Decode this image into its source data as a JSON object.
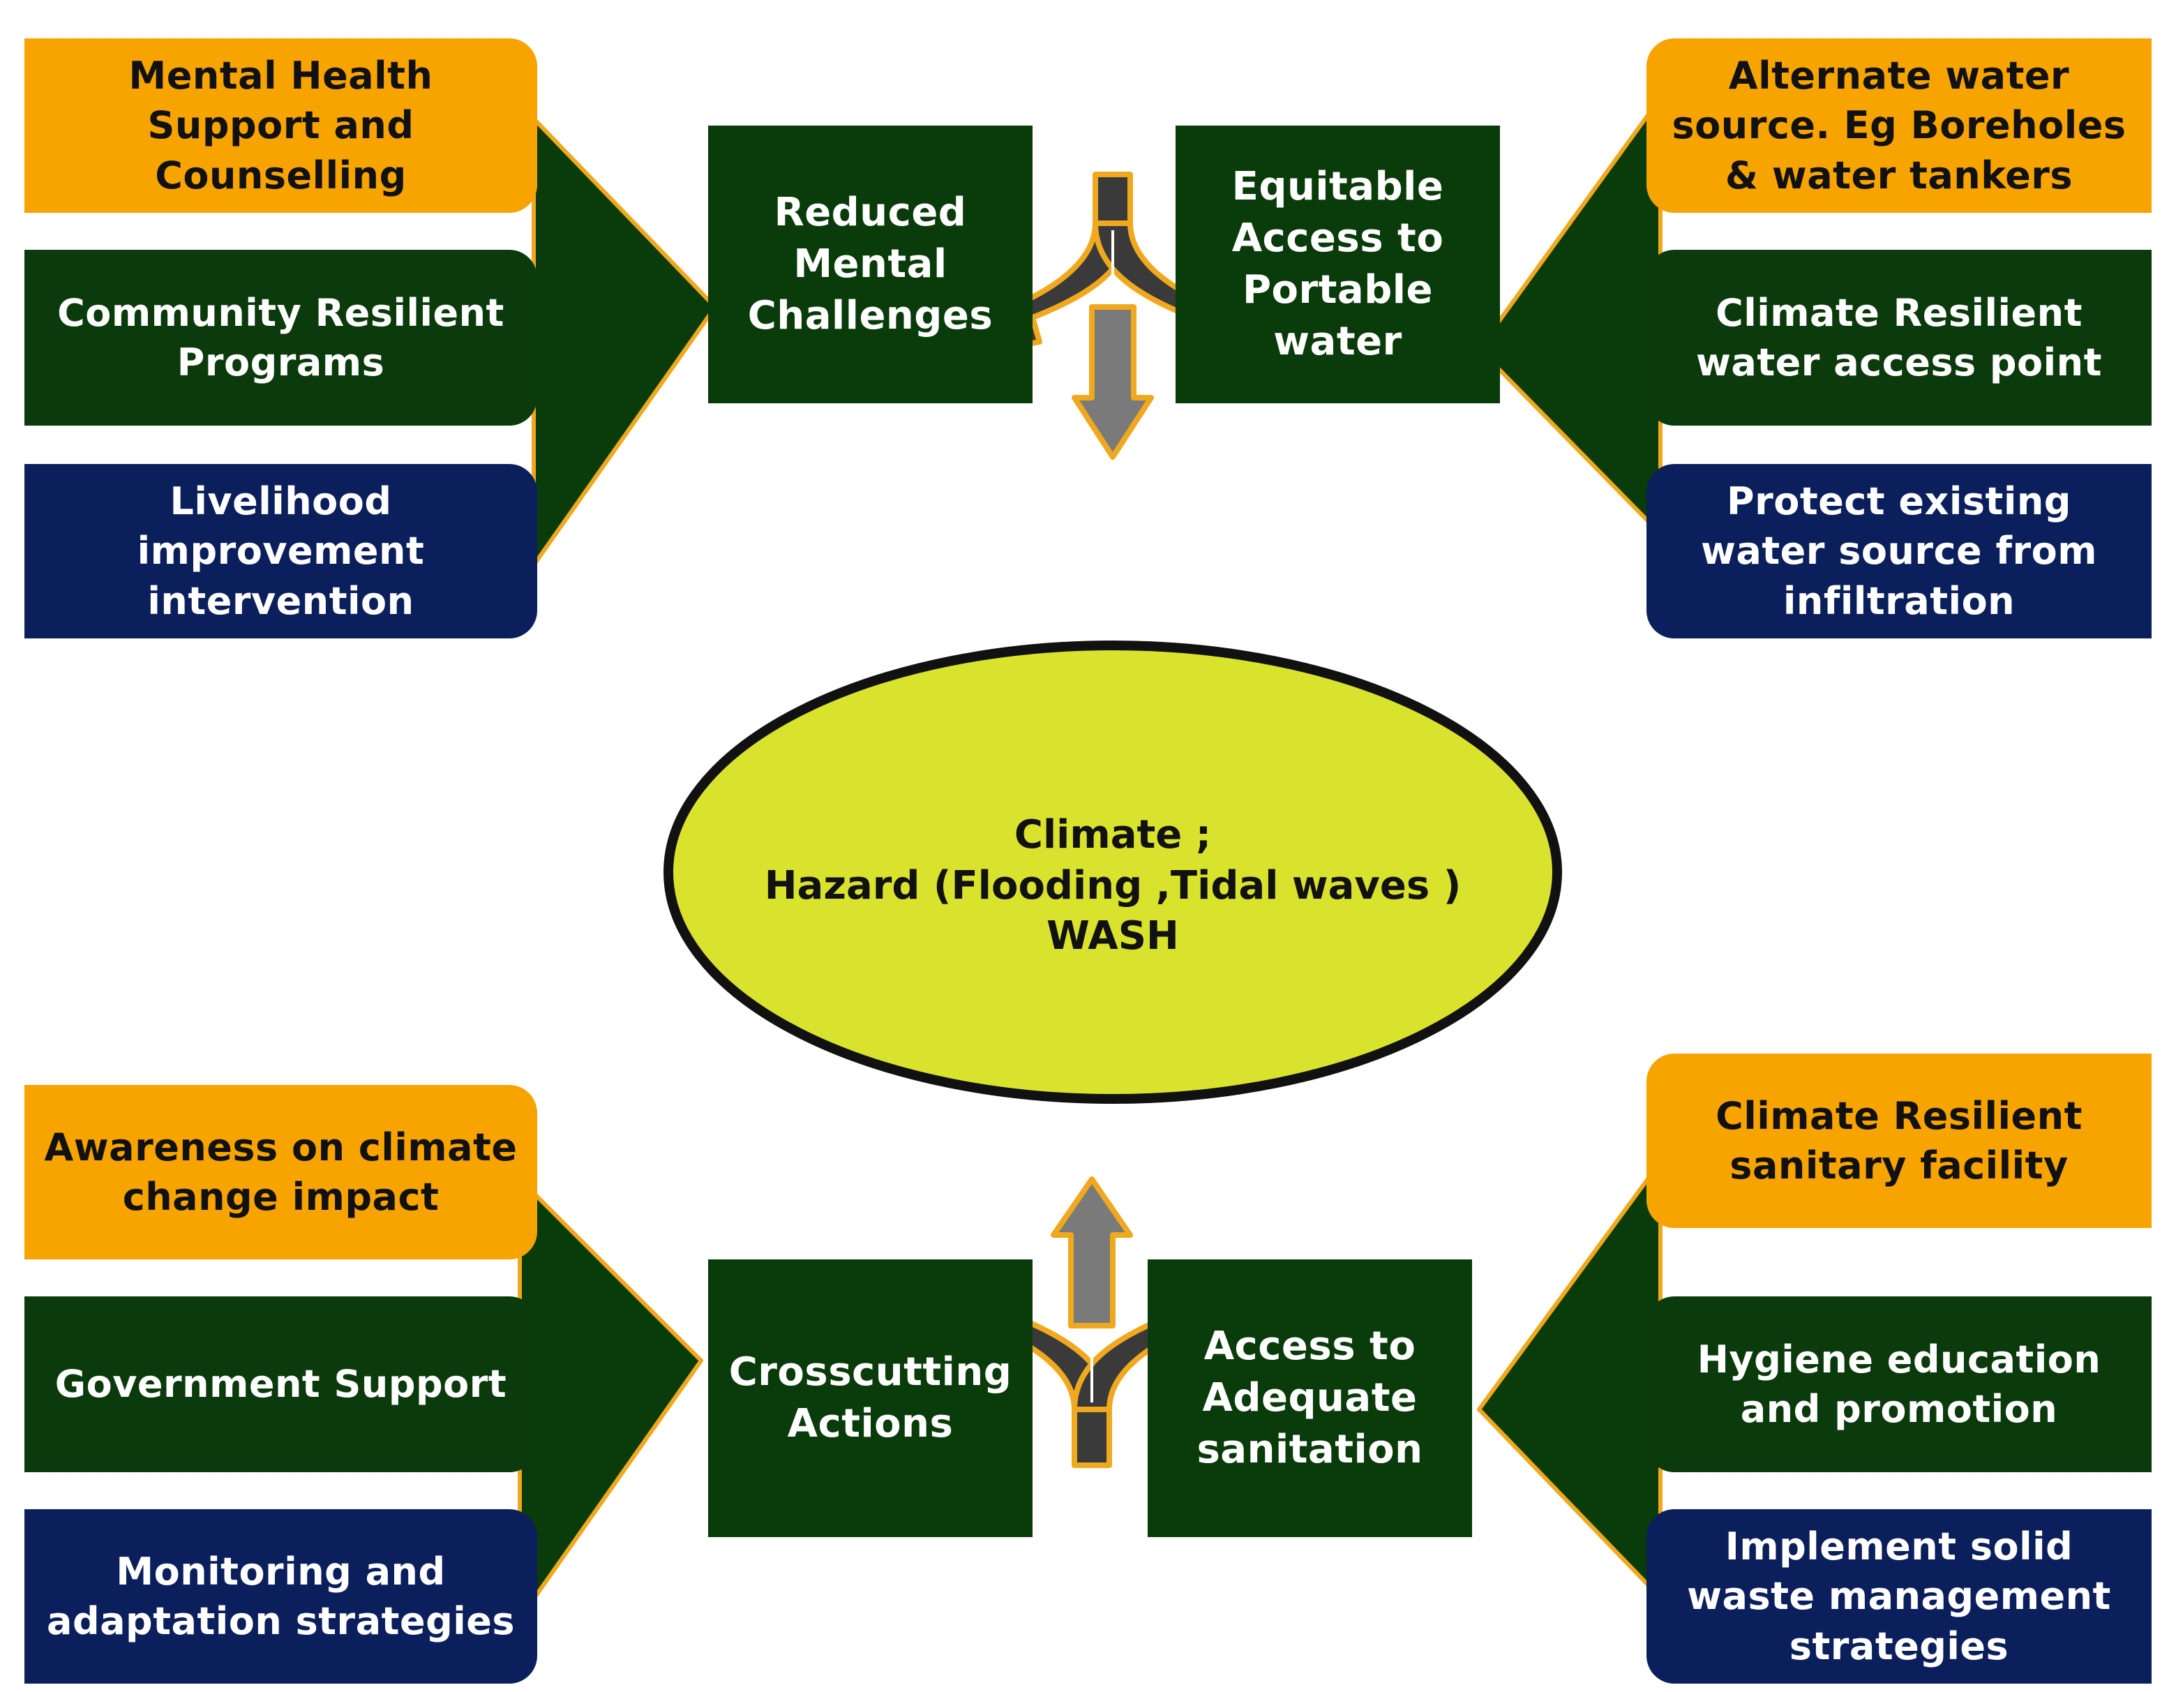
{
  "colors": {
    "orange": "#f7a300",
    "dark_green": "#0b3a0c",
    "navy": "#0b1f5c",
    "ellipse_fill": "#d9e22c",
    "arrow_outline": "#f0a81e"
  },
  "center": {
    "line1": "Climate ;",
    "line2": "Hazard (Flooding ,Tidal waves )",
    "line3": "WASH"
  },
  "top_left": {
    "items": [
      "Mental Health Support and Counselling",
      "Community Resilient Programs",
      "Livelihood improvement intervention"
    ],
    "outcome": "Reduced Mental Challenges"
  },
  "top_right": {
    "items": [
      "Alternate water source. Eg Boreholes & water tankers",
      "Climate Resilient water access point",
      "Protect existing water source from infiltration"
    ],
    "outcome": "Equitable Access to Portable water"
  },
  "bottom_left": {
    "items": [
      "Awareness on climate change impact",
      "Government Support",
      "Monitoring and adaptation strategies"
    ],
    "outcome": "Crosscutting Actions"
  },
  "bottom_right": {
    "items": [
      "Climate Resilient sanitary facility",
      "Hygiene education and promotion",
      "Implement solid waste management strategies"
    ],
    "outcome": "Access to Adequate sanitation"
  }
}
